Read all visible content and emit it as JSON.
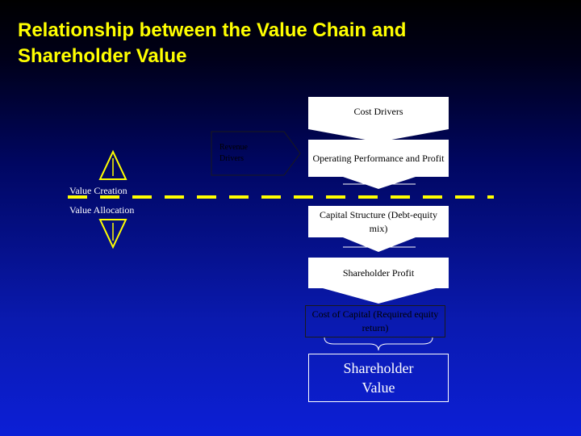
{
  "title": {
    "line1": "Relationship between the Value Chain and",
    "line2": "Shareholder Value"
  },
  "boxes": {
    "cost_drivers": "Cost Drivers",
    "revenue_drivers": "Revenue Drivers",
    "operating_performance": "Operating Performance and Profit",
    "capital_structure": "Capital Structure (Debt-equity mix)",
    "shareholder_profit": "Shareholder Profit",
    "cost_of_capital": "Cost of Capital (Required equity return)",
    "shareholder_value_line1": "Shareholder",
    "shareholder_value_line2": "Value"
  },
  "labels": {
    "value_creation": "Value Creation",
    "value_allocation": "Value Allocation"
  },
  "colors": {
    "title": "#ffff00",
    "divider": "#ffff00",
    "triangles": "#ffff00",
    "box_fill": "#ffffff"
  }
}
